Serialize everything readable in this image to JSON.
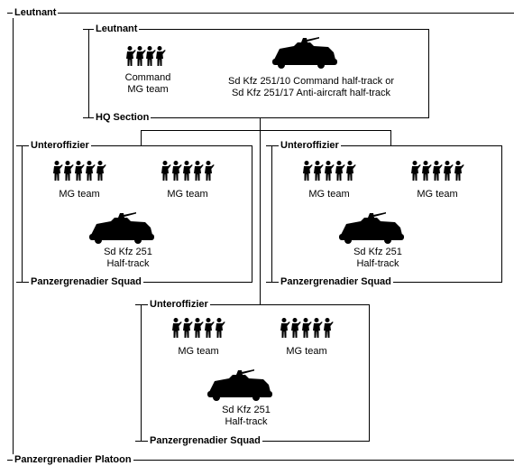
{
  "platoon": {
    "top_label": "Leutnant",
    "bottom_label": "Panzergrenadier Platoon"
  },
  "hq": {
    "top_label": "Leutnant",
    "bottom_label": "HQ Section",
    "team_label_line1": "Command",
    "team_label_line2": "MG team",
    "vehicle_line1": "Sd Kfz 251/10 Command half-track or",
    "vehicle_line2": "Sd Kfz 251/17 Anti-aircraft half-track"
  },
  "squads": [
    {
      "top_label": "Unteroffizier",
      "bottom_label": "Panzergrenadier Squad",
      "team_a": "MG team",
      "team_b": "MG team",
      "vehicle_line1": "Sd Kfz 251",
      "vehicle_line2": "Half-track"
    },
    {
      "top_label": "Unteroffizier",
      "bottom_label": "Panzergrenadier Squad",
      "team_a": "MG team",
      "team_b": "MG team",
      "vehicle_line1": "Sd Kfz 251",
      "vehicle_line2": "Half-track"
    },
    {
      "top_label": "Unteroffizier",
      "bottom_label": "Panzergrenadier Squad",
      "team_a": "MG team",
      "team_b": "MG team",
      "vehicle_line1": "Sd Kfz 251",
      "vehicle_line2": "Half-track"
    }
  ],
  "icons": {
    "soldier": "soldier-icon",
    "halftrack": "halftrack-icon"
  }
}
